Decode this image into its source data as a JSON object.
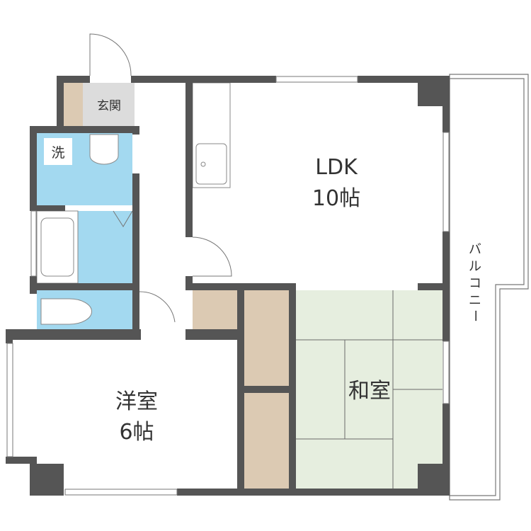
{
  "rooms": {
    "entrance": "玄関",
    "washroom": "洗",
    "ldk_name": "LDK",
    "ldk_size": "10帖",
    "western_name": "洋室",
    "western_size": "6帖",
    "japanese_name": "和室",
    "balcony": [
      "バ",
      "ル",
      "コ",
      "ニ",
      "ー"
    ]
  },
  "colors": {
    "wall": "#555555",
    "wet_area": "#a3d9f0",
    "storage": "#dccab3",
    "tatami": "#e6eedf",
    "entrance_floor": "#dcdcdc"
  }
}
